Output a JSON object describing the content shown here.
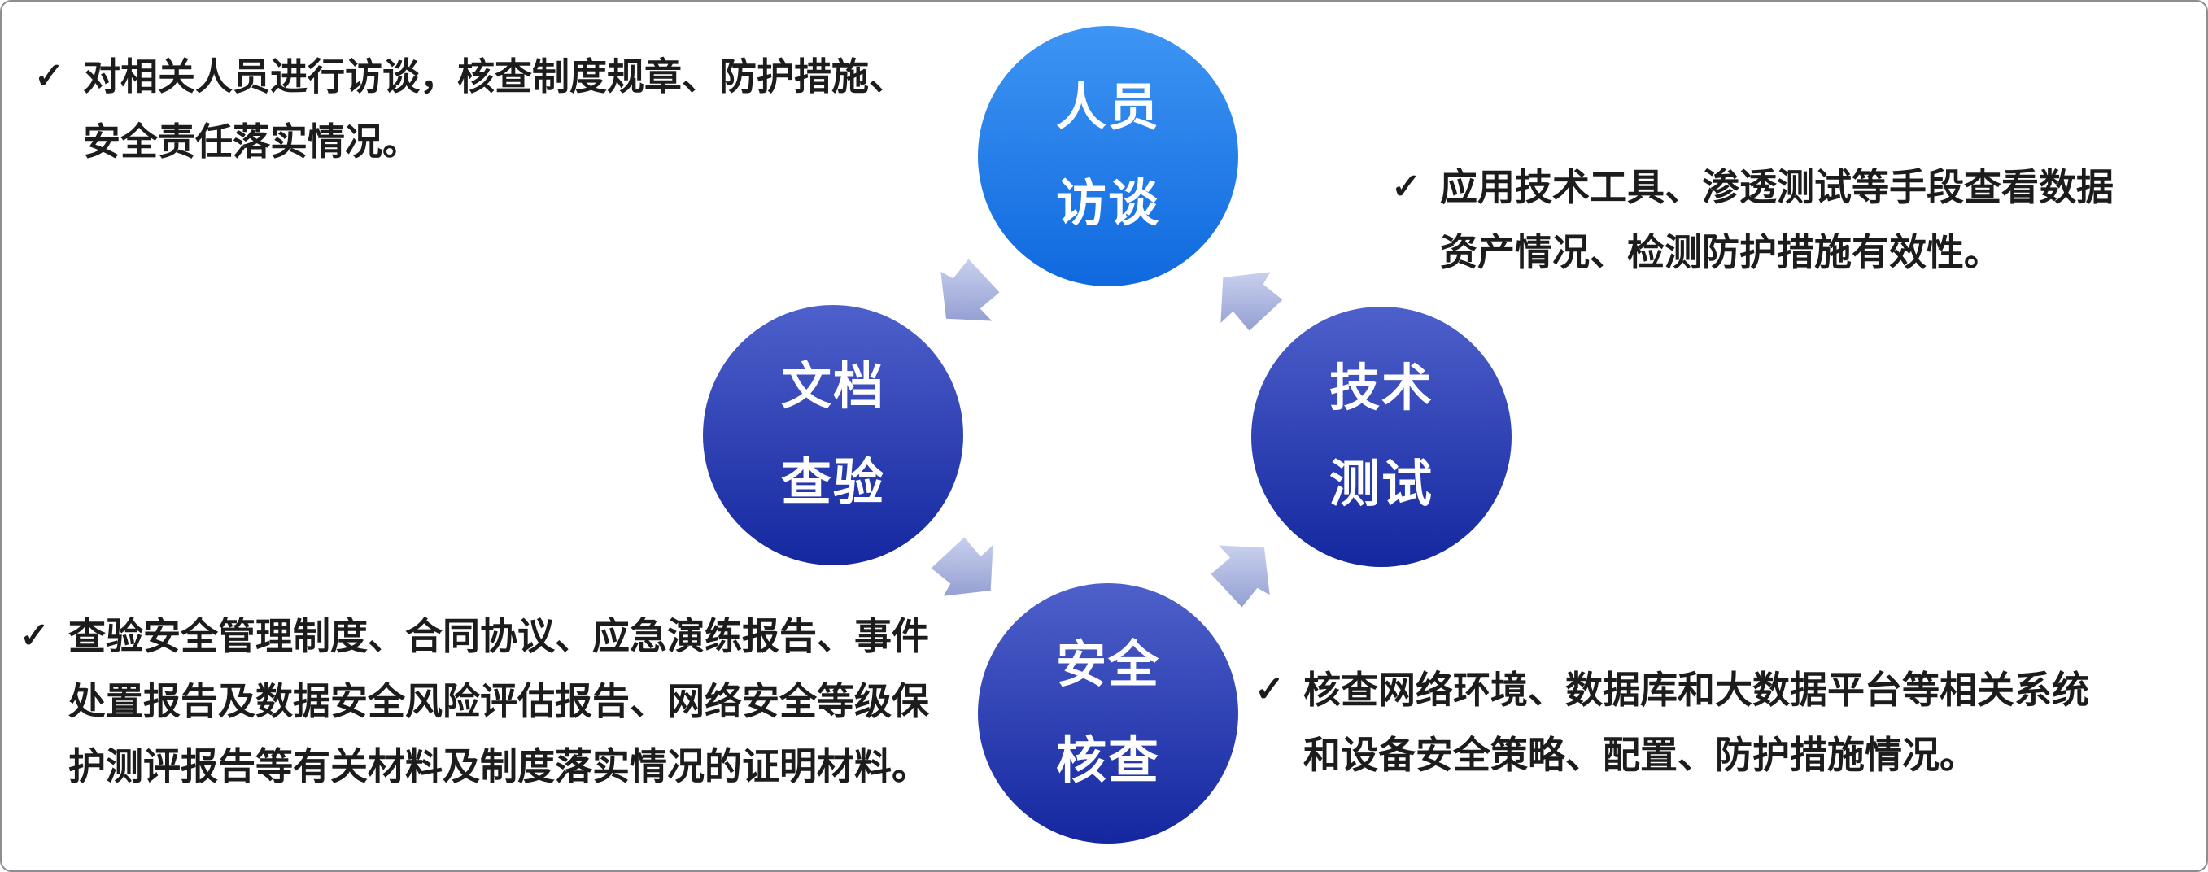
{
  "diagram": {
    "title_hint": "data-security assessment methods cycle",
    "colors": {
      "node_light_top": "#3E95F4",
      "node_light_bottom": "#0F69DE",
      "node_dark_top": "#4E60CA",
      "node_dark_bottom": "#14279F",
      "arrow_light": "#C9D0EE",
      "arrow_dark": "#94A0D2",
      "text": "#1c1c1c",
      "node_text": "#ffffff",
      "border": "#8d8d93"
    },
    "nodes": [
      {
        "id": "personnel-interview",
        "variant": "light",
        "lines": [
          "人员",
          "访谈"
        ]
      },
      {
        "id": "document-inspection",
        "variant": "dark",
        "lines": [
          "文档",
          "查验"
        ]
      },
      {
        "id": "technical-testing",
        "variant": "dark",
        "lines": [
          "技术",
          "测试"
        ]
      },
      {
        "id": "security-check",
        "variant": "dark",
        "lines": [
          "安全",
          "核查"
        ]
      }
    ],
    "arrows": [
      {
        "from": "personnel-interview",
        "to": "document-inspection",
        "direction": "down-left"
      },
      {
        "from": "document-inspection",
        "to": "security-check",
        "direction": "down-right"
      },
      {
        "from": "security-check",
        "to": "technical-testing",
        "direction": "up-right"
      },
      {
        "from": "technical-testing",
        "to": "personnel-interview",
        "direction": "up-left"
      }
    ],
    "notes": [
      {
        "for": "personnel-interview",
        "check": "✓",
        "lines": [
          "对相关人员进行访谈，核查制度规章、防护措施、",
          "安全责任落实情况。"
        ]
      },
      {
        "for": "technical-testing",
        "check": "✓",
        "lines": [
          "应用技术工具、渗透测试等手段查看数据",
          "资产情况、检测防护措施有效性。"
        ]
      },
      {
        "for": "document-inspection",
        "check": "✓",
        "lines": [
          "查验安全管理制度、合同协议、应急演练报告、事件",
          "处置报告及数据安全风险评估报告、网络安全等级保",
          "护测评报告等有关材料及制度落实情况的证明材料。"
        ]
      },
      {
        "for": "security-check",
        "check": "✓",
        "lines": [
          "核查网络环境、数据库和大数据平台等相关系统",
          "和设备安全策略、配置、防护措施情况。"
        ]
      }
    ]
  }
}
